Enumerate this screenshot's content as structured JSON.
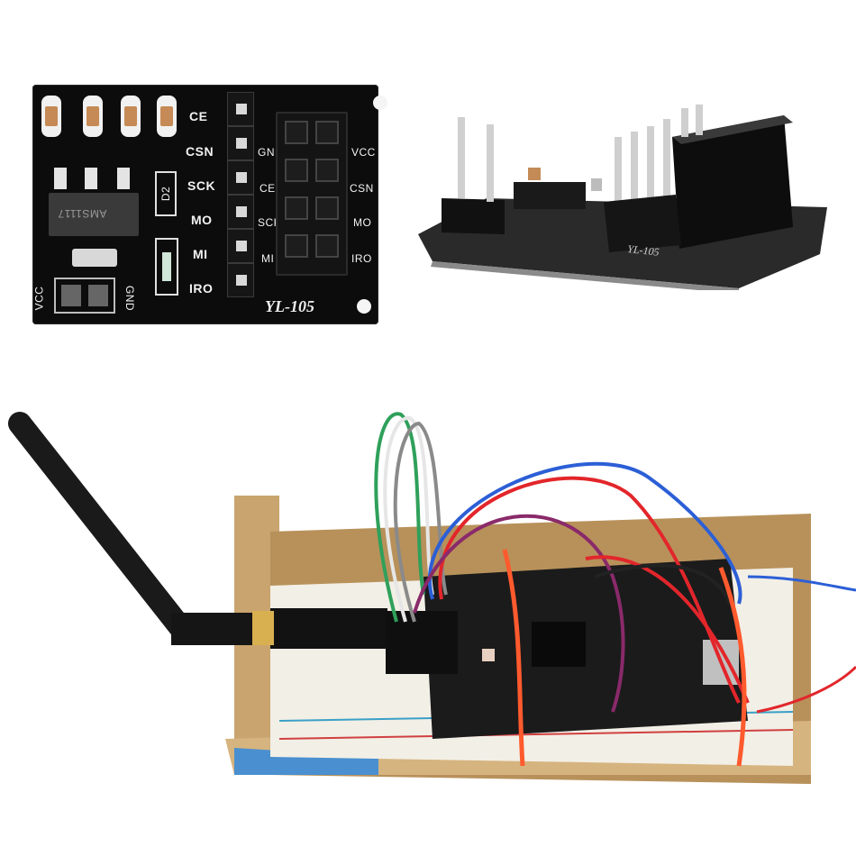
{
  "image": {
    "description_type": "product-photo",
    "board_top": {
      "pin_labels_left": [
        "CE",
        "CSN",
        "SCK",
        "MO",
        "MI",
        "IRO"
      ],
      "pin_labels_right": [
        "VCC",
        "CSN",
        "MO",
        "IRO"
      ],
      "pin_labels_inner": [
        "GND",
        "CE",
        "SCK",
        "MI"
      ],
      "power_labels": [
        "VCC",
        "GND"
      ],
      "component_labels": [
        "AMS1117",
        "D2"
      ],
      "model_label": "YL-105"
    },
    "board_side": {
      "model_label": "YL-105"
    },
    "colors": {
      "pcb": "#0c0c0c",
      "silkscreen": "#f2f2f2",
      "cardboard": "#c9a46e",
      "breadboard": "#f2efe6",
      "arduino": "#1b1b1b",
      "wire_red": "#e2262b",
      "wire_blue": "#2c5fd6",
      "wire_purple": "#8a2a6a",
      "wire_green": "#2fa05a",
      "wire_white": "#e6e6e6"
    }
  }
}
